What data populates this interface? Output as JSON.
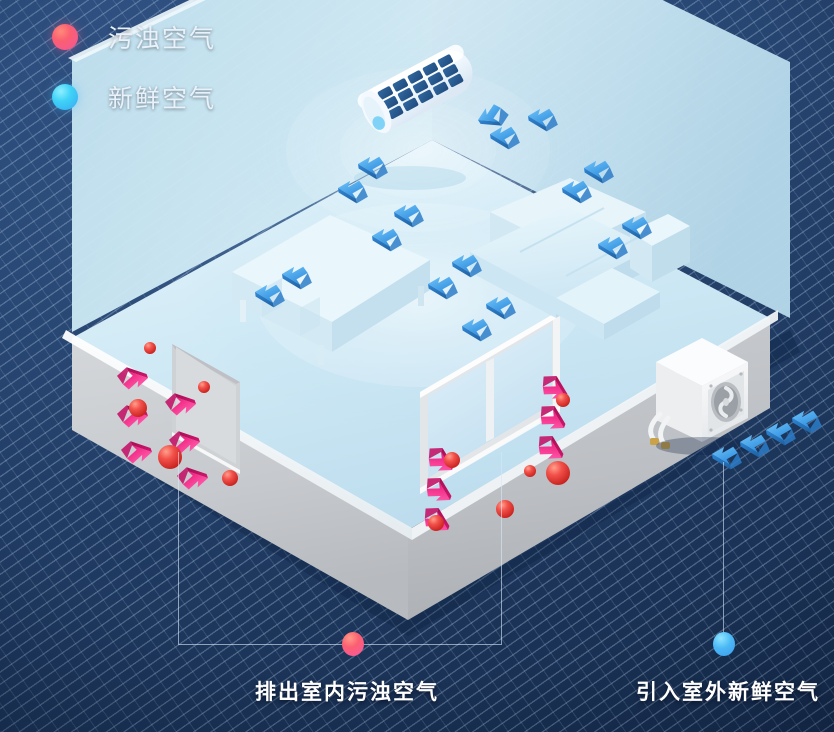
{
  "legend": {
    "items": [
      {
        "label": "污浊空气",
        "color": "#f4569a",
        "icon": "dot-icon"
      },
      {
        "label": "新鲜空气",
        "color": "#3fd2f7",
        "icon": "dot-icon"
      }
    ]
  },
  "captions": {
    "exhaust": {
      "text": "排出室内污浊空气",
      "marker_color": "#fb5f72"
    },
    "intake": {
      "text": "引入室外新鲜空气",
      "marker_color": "#4bb8f5"
    }
  },
  "scene": {
    "title": "新风系统气流示意图",
    "indoor_unit": {
      "name": "壁挂式室内机",
      "body_color": "#f4fbff",
      "grille_color": "#2a5f96"
    },
    "outdoor_unit": {
      "name": "室外机",
      "body_color": "#f2f4f6",
      "fan_color": "#8b9199"
    },
    "furniture": [
      {
        "name": "电视柜",
        "color": "#d8ecf6"
      },
      {
        "name": "沙发",
        "color": "#dff1f9"
      }
    ],
    "openings": [
      {
        "name": "门",
        "color": "#cfd3d6"
      },
      {
        "name": "窗",
        "color": "#cfe6f4"
      }
    ],
    "walls": {
      "exterior": "#c9ccd0",
      "interior": "#bfe1f0",
      "floor": "#cfe9f4"
    },
    "background": {
      "base": "#24436f",
      "grid": "#b9d3ef"
    }
  },
  "arrows": {
    "fresh": {
      "color": "#49a8ef",
      "count": 22,
      "direction": "up-left"
    },
    "dirty": {
      "color": "#f5428f",
      "count": 10,
      "direction": "down-out"
    }
  },
  "particles": {
    "dirty": {
      "color": "#f0443f",
      "count": 9
    }
  }
}
